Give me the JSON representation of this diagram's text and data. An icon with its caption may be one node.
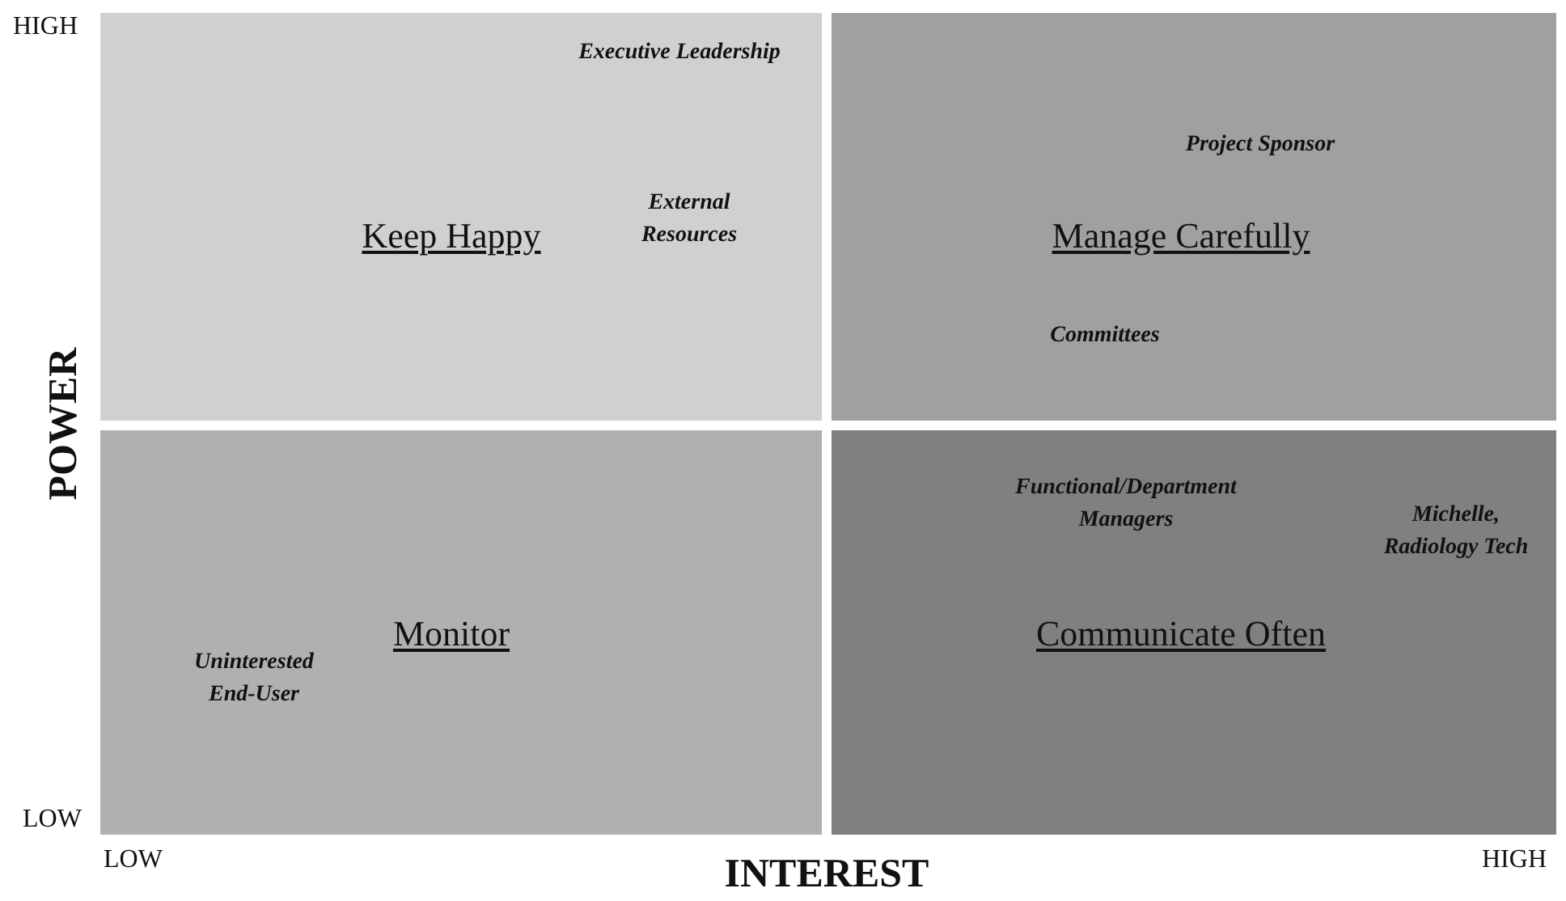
{
  "diagram": {
    "nodes": [
      {
        "text": [
          "Executive Leadership",
          "External Resources",
          "Keep Happy"
        ]
      },
      {
        "text": [
          "Project Sponsor",
          "Manage Carefully",
          "Committees"
        ]
      },
      {
        "text": [
          "Monitor",
          "Uninterested End-User"
        ]
      },
      {
        "text": [
          "Functional/Department Managers",
          "Michelle, Radiology Tech",
          "Communicate Often"
        ]
      }
    ],
    "edges": [],
    "labels": [
      "HIGH",
      "POWER",
      "LOW",
      "LOW",
      "INTEREST",
      "HIGH"
    ]
  }
}
